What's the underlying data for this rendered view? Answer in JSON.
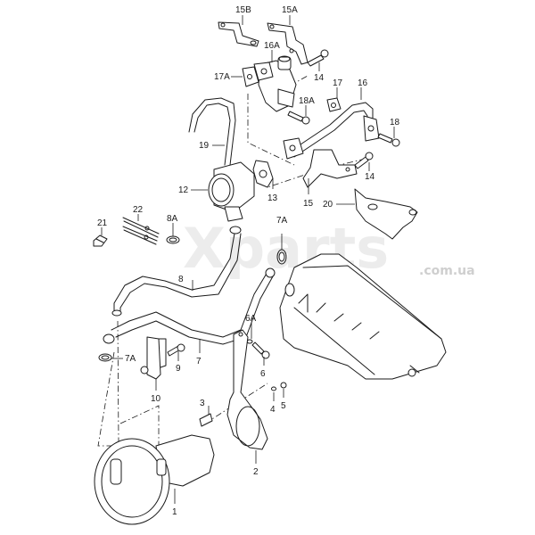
{
  "watermark": {
    "main": "Xparts",
    "sub": ".com.ua"
  },
  "colors": {
    "line": "#1a1a1a",
    "background": "#ffffff",
    "watermark": "#ececec"
  },
  "labels": {
    "l15B": "15B",
    "l15A": "15A",
    "l16A": "16A",
    "l17A": "17A",
    "l14a": "14",
    "l17": "17",
    "l16": "16",
    "l18A": "18A",
    "l18": "18",
    "l19": "19",
    "l12": "12",
    "l13": "13",
    "l15": "15",
    "l14b": "14",
    "l20": "20",
    "l21": "21",
    "l22": "22",
    "l8A": "8A",
    "l7A_top": "7A",
    "l8": "8",
    "l7A_left": "7A",
    "l9": "9",
    "l7": "7",
    "l10": "10",
    "l6A": "6A",
    "l6": "6",
    "l3": "3",
    "l4": "4",
    "l5": "5",
    "l2": "2",
    "l1": "1"
  }
}
